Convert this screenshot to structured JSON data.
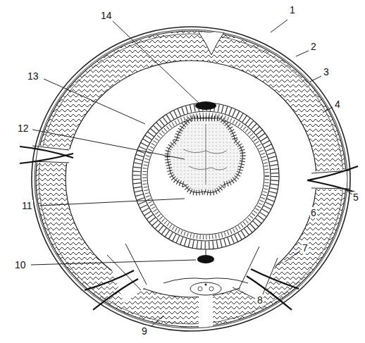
{
  "diagram": {
    "labels": [
      "14",
      "1",
      "13",
      "2",
      "3",
      "12",
      "4",
      "11",
      "5",
      "6",
      "10",
      "7",
      "8",
      "9"
    ]
  }
}
